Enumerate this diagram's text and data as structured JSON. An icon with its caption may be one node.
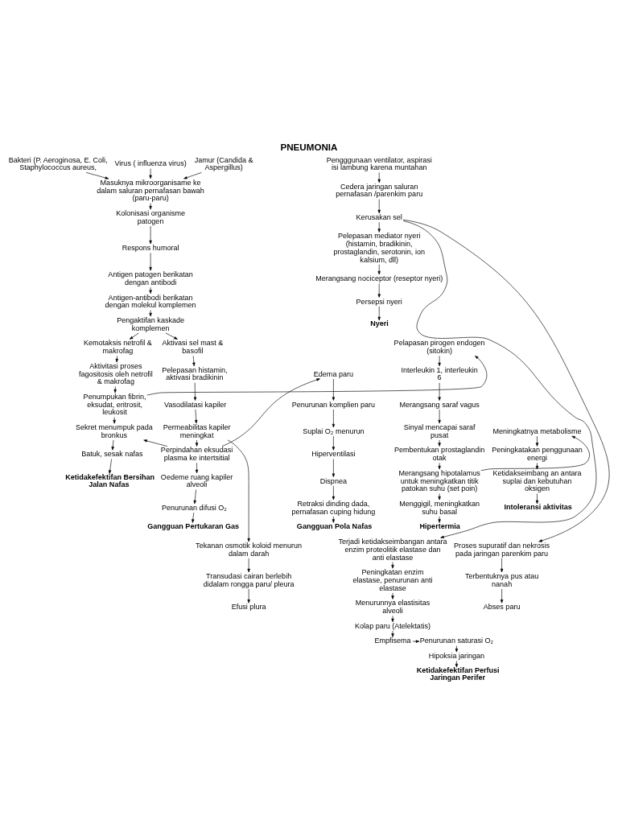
{
  "diagram": {
    "title": "PNEUMONIA",
    "nodes": [
      {
        "text": [
          "Bakteri (P. Aeroginosa, E. Coli, Staphylococcus aureus,"
        ]
      },
      {
        "text": [
          "Virus ( influenza virus)"
        ]
      },
      {
        "text": [
          "Jamur (Candida & Aspergillus)"
        ]
      },
      {
        "text": [
          "Pengggunaan ventilator, aspirasi isi lambung karena muntahan"
        ]
      },
      {
        "text": [
          "Cedera jaringan saluran pernafasan /parenkim paru"
        ]
      },
      {
        "text": [
          "Masuknya mikroorganisame ke dalam saluran pernafasan bawah (paru-paru)"
        ]
      },
      {
        "text": [
          "Kerusakan sel"
        ]
      },
      {
        "text": [
          "Kolonisasi organisme patogen"
        ]
      },
      {
        "text": [
          "Pelepasan mediator nyeri (histamin, bradikinin, prostaglandin, serotonin, ion kalsium, dll)"
        ]
      },
      {
        "text": [
          "Respons humoral"
        ]
      },
      {
        "text": [
          "Merangsang nociceptor (reseptor nyeri)"
        ]
      },
      {
        "text": [
          "Antigen patogen berikatan dengan antibodi"
        ]
      },
      {
        "text": [
          "Persepsi nyeri"
        ]
      },
      {
        "text": [
          "Antigen-antibodi berikatan dengan molekul komplemen"
        ]
      },
      {
        "text": [
          "Nyeri"
        ]
      },
      {
        "text": [
          "Pengaktifan kaskade komplemen"
        ]
      },
      {
        "text": [
          "Pelapasan pirogen endogen (sitokin)"
        ]
      },
      {
        "text": [
          "Kemotaksis netrofil & makrofag"
        ]
      },
      {
        "text": [
          "Aktivasi sel mast & basofil"
        ]
      },
      {
        "text": [
          "Interleukin 1, interleukin 6"
        ]
      },
      {
        "text": [
          "Aktivitasi proses fagositosis oleh netrofil & makrofag"
        ]
      },
      {
        "text": [
          "Pelepasan histamin, aktivasi bradikinin"
        ]
      },
      {
        "text": [
          "Edema paru"
        ]
      },
      {
        "text": [
          "Merangsang saraf vagus"
        ]
      },
      {
        "text": [
          "Vasodilatasi kapiler"
        ]
      },
      {
        "text": [
          "Penurunan komplien paru"
        ]
      },
      {
        "text": [
          "Meningkatnya metabolisme"
        ]
      },
      {
        "text": [
          "Sinyal mencapai saraf pusat"
        ]
      },
      {
        "text": [
          "Penumpukan fibrin, eksudat, eritrosit, leukosit"
        ]
      },
      {
        "text": [
          "Permeabilitas kapiler meningkat"
        ]
      },
      {
        "text": [
          "Suplai O₂ menurun"
        ]
      },
      {
        "text": [
          "Peningkatakan penggunaan energi"
        ]
      },
      {
        "text": [
          "Pembentukan prostaglandin otak"
        ]
      },
      {
        "text": [
          "Sekret menumpuk pada bronkus"
        ]
      },
      {
        "text": [
          "Perpindahan eksudasi plasma ke intertsitial"
        ]
      },
      {
        "text": [
          "Hiperventilasi"
        ]
      },
      {
        "text": [
          "Ketidakseimbang an antara suplai dan kebutuhan oksigen"
        ]
      },
      {
        "text": [
          "Merangsang hipotalamus untuk meningkatkan titik patokan suhu (set poin)"
        ]
      },
      {
        "text": [
          "Batuk, sesak nafas"
        ]
      },
      {
        "text": [
          "Dispnea"
        ]
      },
      {
        "text": [
          "Oedeme ruang kapiler alveoli"
        ]
      },
      {
        "text": [
          "Ketidakefektifan Bersihan Jalan Nafas"
        ]
      },
      {
        "text": [
          "Retraksi dinding dada, pernafasan cuping hidung"
        ]
      },
      {
        "text": [
          "Penurunan difusi O₂"
        ]
      },
      {
        "text": [
          "Intoleransi aktivitas"
        ]
      },
      {
        "text": [
          "Menggigil, meningkatkan suhu basal"
        ]
      },
      {
        "text": [
          "Gangguan Pola Nafas"
        ]
      },
      {
        "text": [
          "Gangguan Pertukaran Gas"
        ]
      },
      {
        "text": [
          "Hipertermia"
        ]
      },
      {
        "text": [
          "Tekanan osmotik koloid menurun dalam darah"
        ]
      },
      {
        "text": [
          "Terjadi ketidakseimbangan antara enzim proteolitik elastase dan anti elastase"
        ]
      },
      {
        "text": [
          "Proses supuratif dan nekrosis pada jaringan parenkim paru"
        ]
      },
      {
        "text": [
          "Transudasi cairan berlebih didalam rongga paru/ pleura"
        ]
      },
      {
        "text": [
          "Peningkatan enzim elastase, penurunan anti elastase"
        ]
      },
      {
        "text": [
          "Terbentuknya pus atau nanah"
        ]
      },
      {
        "text": [
          "Efusi plura"
        ]
      },
      {
        "text": [
          "Menurunnya elastisitas alveoli"
        ]
      },
      {
        "text": [
          "Abses paru"
        ]
      },
      {
        "text": [
          "Kolap paru (Atelektatis)"
        ]
      },
      {
        "text": [
          "Penurunan saturasi O₂"
        ]
      },
      {
        "text": [
          "Empfisema"
        ]
      },
      {
        "text": [
          "Hipoksia jaringan"
        ]
      },
      {
        "text": [
          "Ketidakefektifan Perfusi Jaringan Perifer"
        ]
      }
    ],
    "edges": [
      {
        "from": 0,
        "to": 5,
        "arrow": "to"
      },
      {
        "from": 1,
        "to": 5,
        "arrow": "to"
      },
      {
        "from": 2,
        "to": 5,
        "arrow": "to"
      },
      {
        "from": 3,
        "to": 4,
        "arrow": "to"
      },
      {
        "from": 4,
        "to": 6,
        "arrow": "to"
      },
      {
        "from": 6,
        "to": 8,
        "arrow": "to"
      },
      {
        "from": 8,
        "to": 10,
        "arrow": "to"
      },
      {
        "from": 10,
        "to": 12,
        "arrow": "to"
      },
      {
        "from": 12,
        "to": 14,
        "arrow": "to"
      },
      {
        "from": 5,
        "to": 7,
        "arrow": "to"
      },
      {
        "from": 7,
        "to": 9,
        "arrow": "to"
      },
      {
        "from": 9,
        "to": 11,
        "arrow": "to"
      },
      {
        "from": 11,
        "to": 13,
        "arrow": "to"
      },
      {
        "from": 13,
        "to": 15,
        "arrow": "to"
      },
      {
        "from": 15,
        "to": 17,
        "arrow": "to"
      },
      {
        "from": 15,
        "to": 18,
        "arrow": "to"
      },
      {
        "from": 17,
        "to": 20,
        "arrow": "to"
      },
      {
        "from": 20,
        "to": 28,
        "arrow": "to"
      },
      {
        "from": 28,
        "to": 33,
        "arrow": "to"
      },
      {
        "from": 33,
        "to": 38,
        "arrow": "to"
      },
      {
        "from": 38,
        "to": 41,
        "arrow": "to"
      },
      {
        "from": 28,
        "to": 16,
        "arrow": "to"
      },
      {
        "from": 16,
        "to": 19,
        "arrow": "to"
      },
      {
        "from": 19,
        "to": 23,
        "arrow": "to"
      },
      {
        "from": 23,
        "to": 27,
        "arrow": "to"
      },
      {
        "from": 27,
        "to": 32,
        "arrow": "to"
      },
      {
        "from": 32,
        "to": 37,
        "arrow": "to"
      },
      {
        "from": 37,
        "to": 45,
        "arrow": "to"
      },
      {
        "from": 45,
        "to": 48,
        "arrow": "to"
      },
      {
        "from": 37,
        "to": 26,
        "arrow": "to"
      },
      {
        "from": 26,
        "to": 31,
        "arrow": "to"
      },
      {
        "from": 31,
        "to": 36,
        "arrow": "to"
      },
      {
        "from": 36,
        "to": 44,
        "arrow": "to"
      },
      {
        "from": 18,
        "to": 21,
        "arrow": "to"
      },
      {
        "from": 21,
        "to": 24,
        "arrow": "to"
      },
      {
        "from": 24,
        "to": 29,
        "arrow": "to"
      },
      {
        "from": 29,
        "to": 34,
        "arrow": "to"
      },
      {
        "from": 34,
        "to": 40,
        "arrow": "to"
      },
      {
        "from": 40,
        "to": 43,
        "arrow": "to"
      },
      {
        "from": 43,
        "to": 47,
        "arrow": "to"
      },
      {
        "from": 34,
        "to": 33,
        "arrow": "to"
      },
      {
        "from": 34,
        "to": 22,
        "arrow": "to"
      },
      {
        "from": 22,
        "to": 25,
        "arrow": "to"
      },
      {
        "from": 25,
        "to": 30,
        "arrow": "to"
      },
      {
        "from": 30,
        "to": 35,
        "arrow": "to"
      },
      {
        "from": 35,
        "to": 39,
        "arrow": "to"
      },
      {
        "from": 39,
        "to": 42,
        "arrow": "to"
      },
      {
        "from": 42,
        "to": 46,
        "arrow": "to"
      },
      {
        "from": 29,
        "to": 49,
        "arrow": "to"
      },
      {
        "from": 6,
        "to": 50,
        "arrow": "to"
      },
      {
        "from": 6,
        "to": 51,
        "arrow": "to"
      },
      {
        "from": 49,
        "to": 52,
        "arrow": "to"
      },
      {
        "from": 52,
        "to": 55,
        "arrow": "to"
      },
      {
        "from": 50,
        "to": 53,
        "arrow": "to"
      },
      {
        "from": 53,
        "to": 56,
        "arrow": "to"
      },
      {
        "from": 56,
        "to": 58,
        "arrow": "to"
      },
      {
        "from": 58,
        "to": 60,
        "arrow": "to"
      },
      {
        "from": 60,
        "to": 59,
        "arrow": "to"
      },
      {
        "from": 59,
        "to": 61,
        "arrow": "to"
      },
      {
        "from": 61,
        "to": 62,
        "arrow": "to"
      },
      {
        "from": 51,
        "to": 54,
        "arrow": "to"
      },
      {
        "from": 54,
        "to": 57,
        "arrow": "to"
      }
    ]
  }
}
